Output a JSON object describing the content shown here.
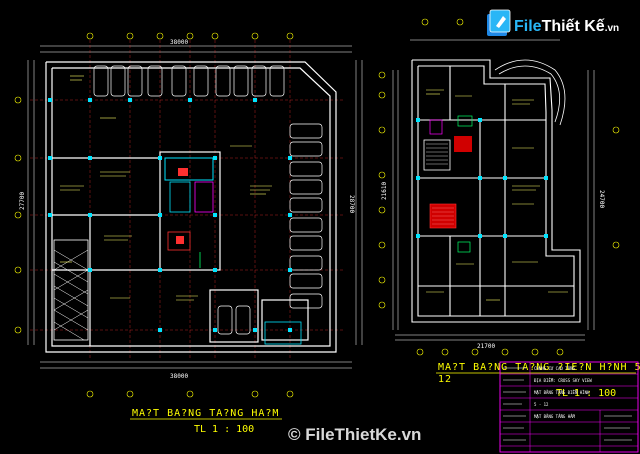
{
  "left_plan": {
    "title": "MA?T BA?NG TA?NG HA?M",
    "scale": "TL   1 : 100",
    "dim_top": "38000",
    "dim_bottom": "38000",
    "dim_left": "27700",
    "dim_right": "28700"
  },
  "right_plan": {
    "title_line1": "MA?T BA?NG TA?NG ?IE?N H?NH 5",
    "title_line2": "12",
    "scale": "TL   1 : 100",
    "dim_bottom": "21700",
    "dim_left": "21610",
    "dim_right": "24700"
  },
  "title_block": {
    "line1": "CHUNG CƯ CAO TẦNG",
    "line2": "ĐỊA ĐIỂM: CROSS SKY VIEW",
    "line3": "MẶT BẰNG TẦNG ĐIỂN HÌNH",
    "line4": "5 - 12",
    "line5": "MẶT BẰNG TẦNG HẦM"
  },
  "watermark_top": {
    "brand_a": "File",
    "brand_b": "Thiết Kế",
    "brand_c": ".vn"
  },
  "watermark_bottom": "© FileThietKe.vn",
  "colors": {
    "background": "#000000",
    "walls": "#ffffff",
    "columns": "#00e5ff",
    "text": "#ffff00",
    "magenta": "#ff00ff",
    "red": "#ff3030",
    "green": "#00ff66"
  }
}
